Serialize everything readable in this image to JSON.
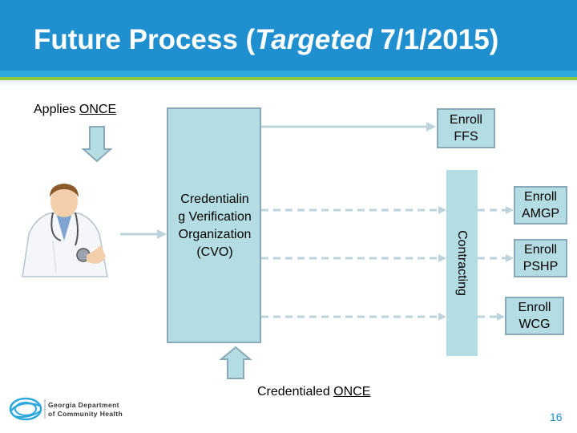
{
  "title": {
    "main": "Future Process (",
    "italic": "Targeted",
    "rest": " 7/1/2015)"
  },
  "applies": {
    "prefix": "Applies ",
    "emphasis": "ONCE"
  },
  "cvo": {
    "lines": [
      "Credentialin",
      "g Verification",
      "Organization",
      "(CVO)"
    ]
  },
  "contracting_label": "Contracting",
  "enroll_boxes": [
    {
      "line1": "Enroll",
      "line2": "FFS"
    },
    {
      "line1": "Enroll",
      "line2": "AMGP"
    },
    {
      "line1": "Enroll",
      "line2": "PSHP"
    },
    {
      "line1": "Enroll",
      "line2": "WCG"
    }
  ],
  "credentialed": {
    "prefix": "Credentialed ",
    "emphasis": "ONCE"
  },
  "logo": {
    "line1": "Georgia Department",
    "line2": "of Community Health"
  },
  "page_number": "16",
  "colors": {
    "header": "#1f8fd0",
    "accent": "#8dc63f",
    "box_fill": "#b4dde3",
    "box_border": "#8aa9b8",
    "arrow": "#bcd3dc"
  }
}
